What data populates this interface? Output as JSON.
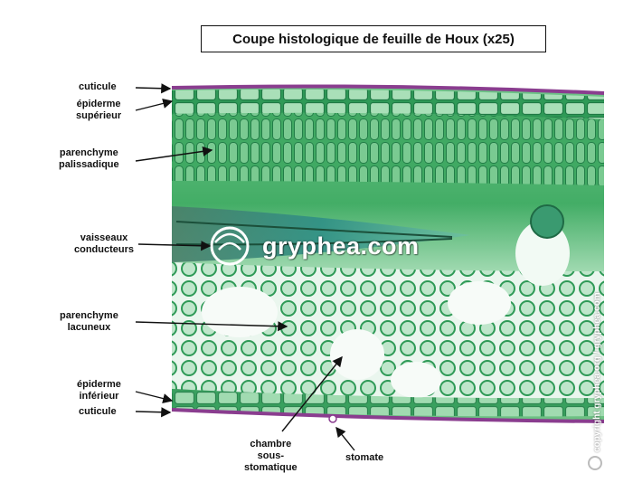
{
  "title": "Coupe histologique de feuille de Houx (x25)",
  "labels": {
    "cuticule_top": "cuticule",
    "epiderme_sup_1": "épiderme",
    "epiderme_sup_2": "supérieur",
    "palissadique_1": "parenchyme",
    "palissadique_2": "palissadique",
    "vaisseaux_1": "vaisseaux",
    "vaisseaux_2": "conducteurs",
    "lacuneux_1": "parenchyme",
    "lacuneux_2": "lacuneux",
    "epiderme_inf_1": "épiderme",
    "epiderme_inf_2": "inférieur",
    "cuticule_bottom": "cuticule",
    "chambre_1": "chambre",
    "chambre_2": "sous-",
    "chambre_3": "stomatique",
    "stomate": "stomate"
  },
  "watermark": "gryphea.com",
  "copyright": "copyright gryphea.org / gryphea.com",
  "colors": {
    "cuticle": "#8a3d8f",
    "tissue_light": "#8fd0a0",
    "tissue_mid": "#3da860",
    "tissue_dark": "#1f7a45",
    "vessel": "#2f8f86"
  }
}
